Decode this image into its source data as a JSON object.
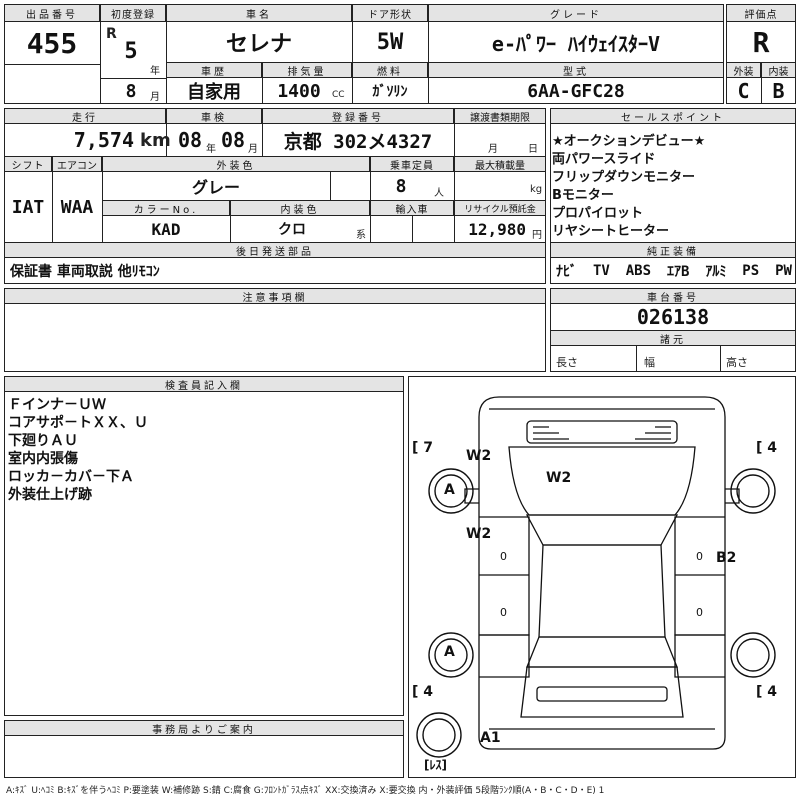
{
  "header": {
    "lot_label": "出品番号",
    "lot": "455",
    "first_reg_label": "初度登録",
    "era": "R",
    "year": "5",
    "year_unit": "年",
    "month": "8",
    "month_unit": "月",
    "name_label": "車名",
    "name": "セレナ",
    "doors_label": "ドア形状",
    "doors": "5W",
    "grade_label": "グレード",
    "grade": "e-ﾊﾟﾜｰ ﾊｲｳｪｲｽﾀｰV",
    "score_label": "評価点",
    "score": "R",
    "history_label": "車歴",
    "history": "自家用",
    "displacement_label": "排気量",
    "displacement": "1400",
    "displacement_unit": "CC",
    "fuel_label": "燃料",
    "fuel": "ｶﾞｿﾘﾝ",
    "model_label": "型式",
    "model": "6AA-GFC28",
    "exterior_label": "外装",
    "exterior_grade": "C",
    "interior_label": "内装",
    "interior_grade": "B"
  },
  "details": {
    "mileage_label": "走行",
    "mileage": "7,574",
    "mileage_unit": "km",
    "inspection_label": "車検",
    "inspection_year": "08",
    "inspection_year_unit": "年",
    "inspection_month": "08",
    "inspection_month_unit": "月",
    "plate_label": "登録番号",
    "plate": "京都 302メ4327",
    "transfer_label": "譲渡書類期限",
    "transfer_month_unit": "月",
    "transfer_day_unit": "日",
    "shift_label": "シフト",
    "shift": "IAT",
    "ac_label": "エアコン",
    "ac": "WAA",
    "color_label": "外装色",
    "color": "グレー",
    "capacity_label": "乗車定員",
    "capacity": "8",
    "capacity_unit": "人",
    "max_load_label": "最大積載量",
    "max_load_unit": "kg",
    "color_no_label": "カラーNo.",
    "color_no": "KAD",
    "interior_color_label": "内装色",
    "interior_color": "クロ",
    "interior_color_unit": "系",
    "import_label": "輸入車",
    "recycle_label": "リサイクル預託金",
    "recycle": "12,980",
    "recycle_unit": "円"
  },
  "sales_points": {
    "title": "セールスポイント",
    "lines": [
      "★オークションデビュー★",
      "両パワースライド",
      "フリップダウンモニター",
      "Bモニター",
      "プロパイロット",
      "リヤシートヒーター"
    ]
  },
  "accessories": {
    "title": "後日発送部品",
    "text": "保証書 車両取説 他ﾘﾓｺﾝ"
  },
  "equipment": {
    "title": "純正装備",
    "items": [
      "ﾅﾋﾞ",
      "TV",
      "ABS",
      "ｴｱB",
      "ｱﾙﾐ",
      "PS",
      "PW"
    ]
  },
  "caution": {
    "title": "注意事項欄"
  },
  "chassis": {
    "title": "車台番号",
    "number": "026138",
    "specs_title": "諸元",
    "length_label": "長さ",
    "width_label": "幅",
    "height_label": "高さ"
  },
  "inspector": {
    "title": "検査員記入欄",
    "lines": [
      "Ｆインナ－ＵＷ",
      "コアサポ－トＸＸ、Ｕ",
      "下廻りＡＵ",
      "室内内張傷",
      "ロッカ－カバ－下Ａ",
      "外装仕上げ跡"
    ]
  },
  "office": {
    "title": "事務局よりご案内"
  },
  "diagram": {
    "front_left_bracket": "[ 7",
    "front_right_bracket": "[ 4",
    "rear_left_bracket": "[ 4",
    "rear_right_bracket": "[ 4",
    "spare_label": "[ﾚｽ]",
    "marks": {
      "w2_front_fender": "W2",
      "w2_bonnet": "W2",
      "w2_front_door": "W2",
      "a_front_wheel": "A",
      "b2_rear_door": "B2",
      "a_rear_wheel": "A",
      "a1_rear_bumper": "A1",
      "zero_left_front": "0",
      "zero_left_rear": "0",
      "zero_right_front": "0",
      "zero_right_rear": "0"
    }
  },
  "legend": "A:ｷｽﾞ U:ﾍｺﾐ B:ｷｽﾞを伴うﾍｺﾐ P:要塗装 W:補修跡 S:錆 C:腐食 G:ﾌﾛﾝﾄｶﾞﾗｽ点ｷｽﾞ XX:交換済み X:要交換  内・外装評価 5段階ﾗﾝｸ順(A・B・C・D・E) 1"
}
